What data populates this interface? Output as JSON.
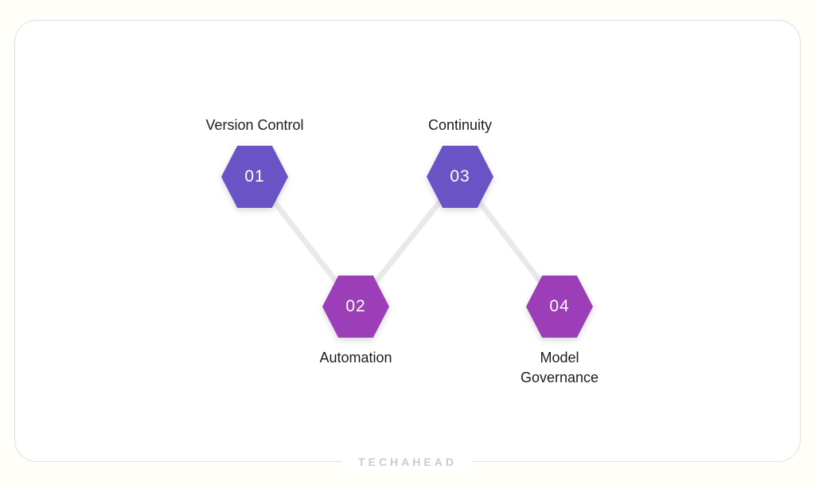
{
  "colors": {
    "page_bg": "#FFFEF8",
    "card_bg": "#FFFFFF",
    "card_border": "#DFDFE7",
    "connector": "#E9E9E9",
    "label_text": "#1C1C1C",
    "number_text": "#FFFFFF",
    "logo_text_color": "#CBCBCB",
    "hex_top": "#6A53C5",
    "hex_bottom": "#9C3EB8"
  },
  "diagram": {
    "nodes": [
      {
        "number": "01",
        "label": "Version Control",
        "color": "#6A53C5"
      },
      {
        "number": "02",
        "label": "Automation",
        "color": "#9C3EB8"
      },
      {
        "number": "03",
        "label": "Continuity",
        "color": "#6A53C5"
      },
      {
        "number": "04",
        "label": "Model Governance",
        "color": "#9C3EB8"
      }
    ],
    "connections": [
      {
        "from": "01",
        "to": "02"
      },
      {
        "from": "02",
        "to": "03"
      },
      {
        "from": "03",
        "to": "04"
      }
    ]
  },
  "footer": {
    "logo_text": "TECHAHEAD"
  }
}
